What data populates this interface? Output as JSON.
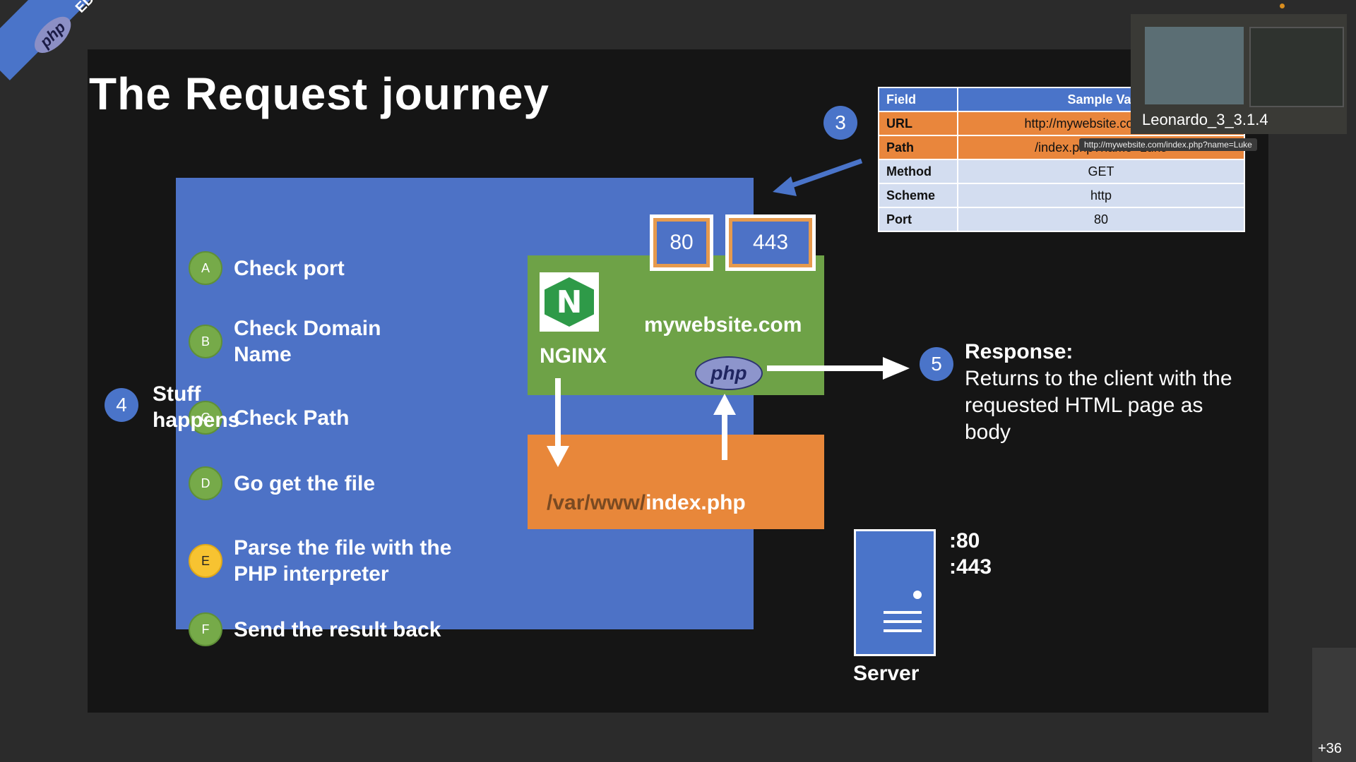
{
  "slide": {
    "edition_badge": "php",
    "edition_label": "EDITION",
    "title": "The Request journey",
    "steps": [
      {
        "letter": "A",
        "label": "Check port"
      },
      {
        "letter": "B",
        "label": "Check Domain Name"
      },
      {
        "letter": "C",
        "label": "Check Path"
      },
      {
        "letter": "D",
        "label": "Go get the file"
      },
      {
        "letter": "E",
        "label": "Parse the file with the PHP interpreter"
      },
      {
        "letter": "F",
        "label": "Send the result back"
      }
    ],
    "step4": {
      "number": "4",
      "label": "Stuff happens"
    },
    "step3": {
      "number": "3"
    },
    "step5": {
      "number": "5",
      "heading": "Response:",
      "text": "Returns to the client with the requested HTML page as body"
    },
    "ports": [
      "80",
      "443"
    ],
    "nginx_logo_letter": "N",
    "nginx_label": "NGINX",
    "domain": "mywebsite.com",
    "php_logo": "php",
    "file_path_prefix": "/var/www/",
    "file_path_file": "index.php",
    "server": {
      "label": "Server",
      "port1": ":80",
      "port2": ":443"
    },
    "table": {
      "headers": [
        "Field",
        "Sample Val"
      ],
      "rows": [
        {
          "field": "URL",
          "value": "http://mywebsite.com/index"
        },
        {
          "field": "Path",
          "value": "/index.php?name=Luke"
        },
        {
          "field": "Method",
          "value": "GET"
        },
        {
          "field": "Scheme",
          "value": "http"
        },
        {
          "field": "Port",
          "value": "80"
        }
      ]
    }
  },
  "video": {
    "participant_name": "Leonardo_3_3.1.4",
    "tooltip": "http://mywebsite.com/index.php?name=Luke"
  },
  "participants_overflow": "+36",
  "colors": {
    "blue": "#4d72c6",
    "green": "#6ea247",
    "orange": "#e8873a",
    "yellow": "#f7c331"
  }
}
